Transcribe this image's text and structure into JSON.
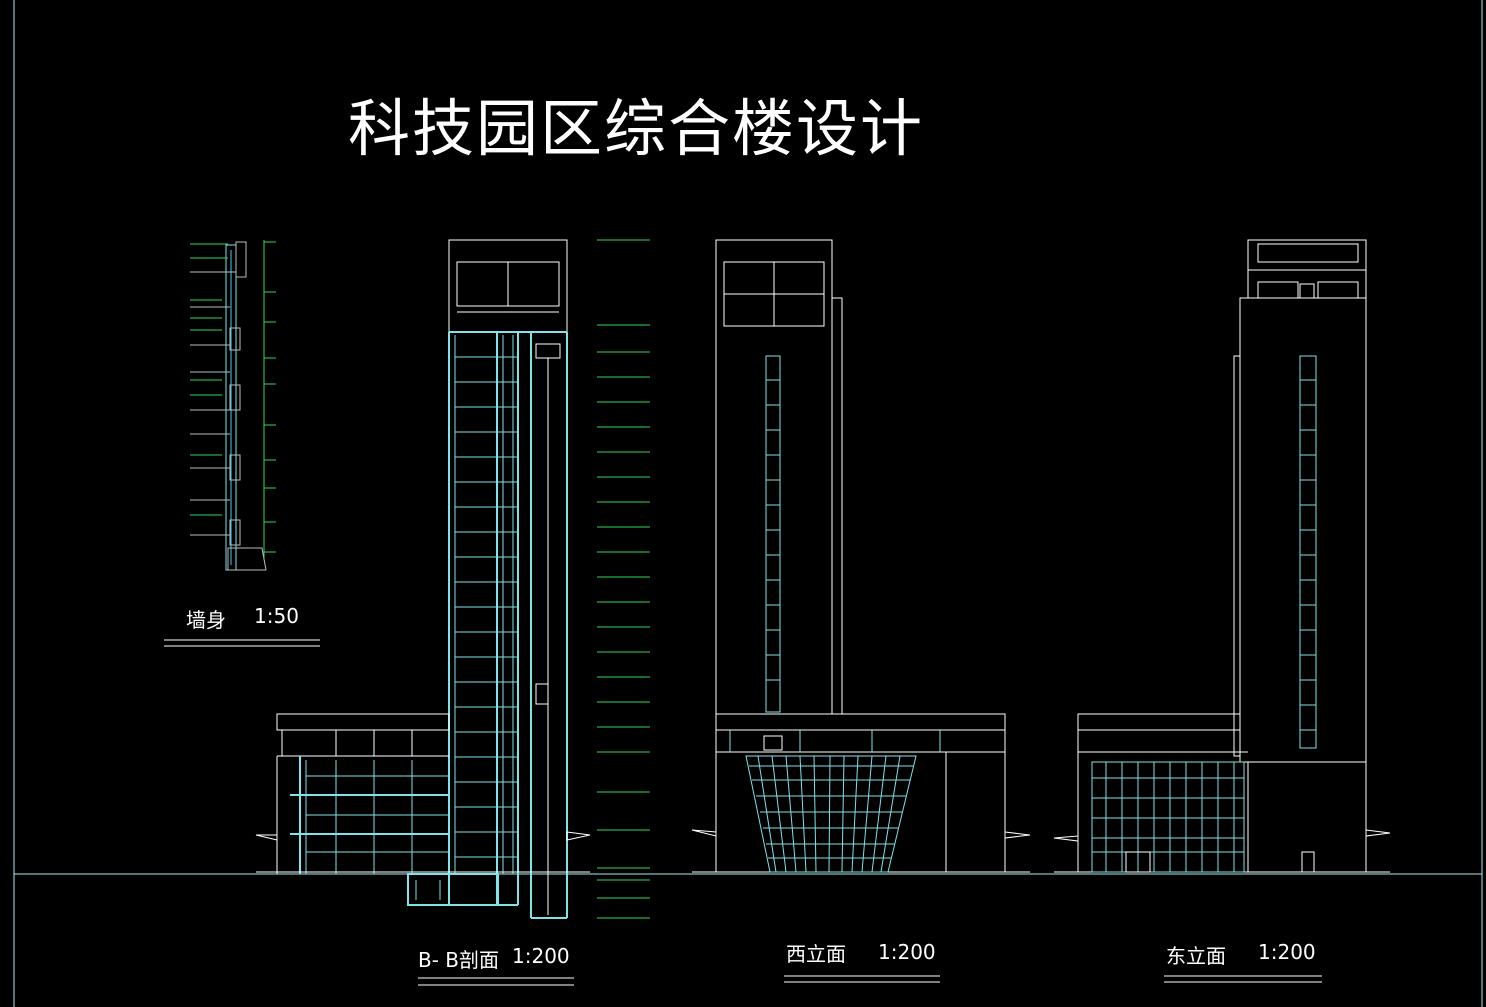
{
  "title": "科技园区综合楼设计",
  "captions": {
    "wall": {
      "name": "墙身",
      "scale": "1:50"
    },
    "section": {
      "name": "B- B剖面",
      "scale": "1:200"
    },
    "west": {
      "name": "西立面",
      "scale": "1:200"
    },
    "east": {
      "name": "东立面",
      "scale": "1:200"
    }
  },
  "colors": {
    "background": "#000000",
    "line_cyan": "#7fe3e8",
    "line_green": "#2fd35a",
    "text": "#ffffff",
    "frame": "#a8e8ec"
  }
}
